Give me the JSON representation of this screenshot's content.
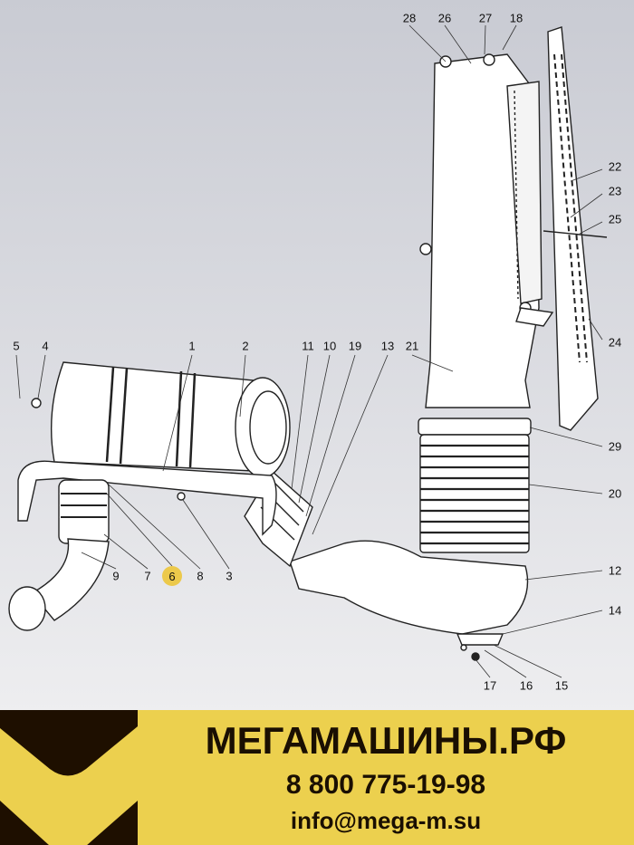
{
  "diagram": {
    "title": "Air intake system parts diagram",
    "highlighted_part": "6",
    "labels": [
      {
        "id": "28",
        "text": "28"
      },
      {
        "id": "26",
        "text": "26"
      },
      {
        "id": "27",
        "text": "27"
      },
      {
        "id": "18",
        "text": "18"
      },
      {
        "id": "22",
        "text": "22"
      },
      {
        "id": "23",
        "text": "23"
      },
      {
        "id": "25",
        "text": "25"
      },
      {
        "id": "24",
        "text": "24"
      },
      {
        "id": "5",
        "text": "5"
      },
      {
        "id": "4",
        "text": "4"
      },
      {
        "id": "1",
        "text": "1"
      },
      {
        "id": "2",
        "text": "2"
      },
      {
        "id": "11",
        "text": "11"
      },
      {
        "id": "10",
        "text": "10"
      },
      {
        "id": "19",
        "text": "19"
      },
      {
        "id": "13",
        "text": "13"
      },
      {
        "id": "21",
        "text": "21"
      },
      {
        "id": "29",
        "text": "29"
      },
      {
        "id": "20",
        "text": "20"
      },
      {
        "id": "12",
        "text": "12"
      },
      {
        "id": "14",
        "text": "14"
      },
      {
        "id": "9",
        "text": "9"
      },
      {
        "id": "7",
        "text": "7"
      },
      {
        "id": "6",
        "text": "6"
      },
      {
        "id": "8",
        "text": "8"
      },
      {
        "id": "3",
        "text": "3"
      },
      {
        "id": "17",
        "text": "17"
      },
      {
        "id": "16",
        "text": "16"
      },
      {
        "id": "15",
        "text": "15"
      }
    ]
  },
  "banner": {
    "brand": "МЕГАМАШИНЫ.РФ",
    "phone": "8 800 775-19-98",
    "email": "info@mega-m.su",
    "colors": {
      "yellow": "#ecd04e",
      "dark": "#1e0f00",
      "highlight": "#ecc94b"
    }
  }
}
